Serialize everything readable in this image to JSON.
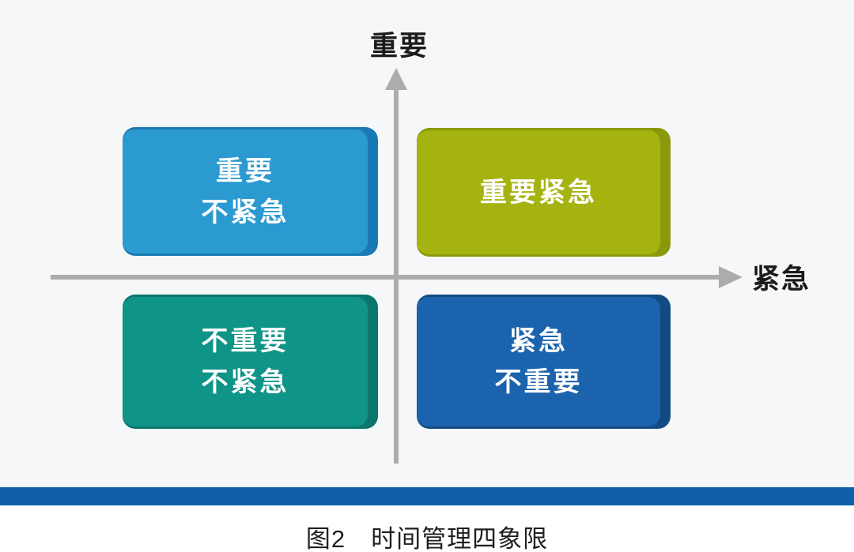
{
  "figure": {
    "axis": {
      "y_label": "重要",
      "x_label": "紧急",
      "line_color": "#acacac"
    },
    "quadrants": [
      {
        "position": "top-left",
        "lines": [
          "重要",
          "不紧急"
        ],
        "color": "#2b9ad1",
        "edge_color": "#1a79b4"
      },
      {
        "position": "top-right",
        "lines": [
          "重要紧急"
        ],
        "color": "#a5b310",
        "edge_color": "#89990b"
      },
      {
        "position": "bottom-left",
        "lines": [
          "不重要",
          "不紧急"
        ],
        "color": "#0f9488",
        "edge_color": "#0a766c"
      },
      {
        "position": "bottom-right",
        "lines": [
          "紧急",
          "不重要"
        ],
        "color": "#1b63ad",
        "edge_color": "#124b82"
      }
    ],
    "bottom_bar_color": "#0f5fa7",
    "caption": "图2　时间管理四象限"
  }
}
